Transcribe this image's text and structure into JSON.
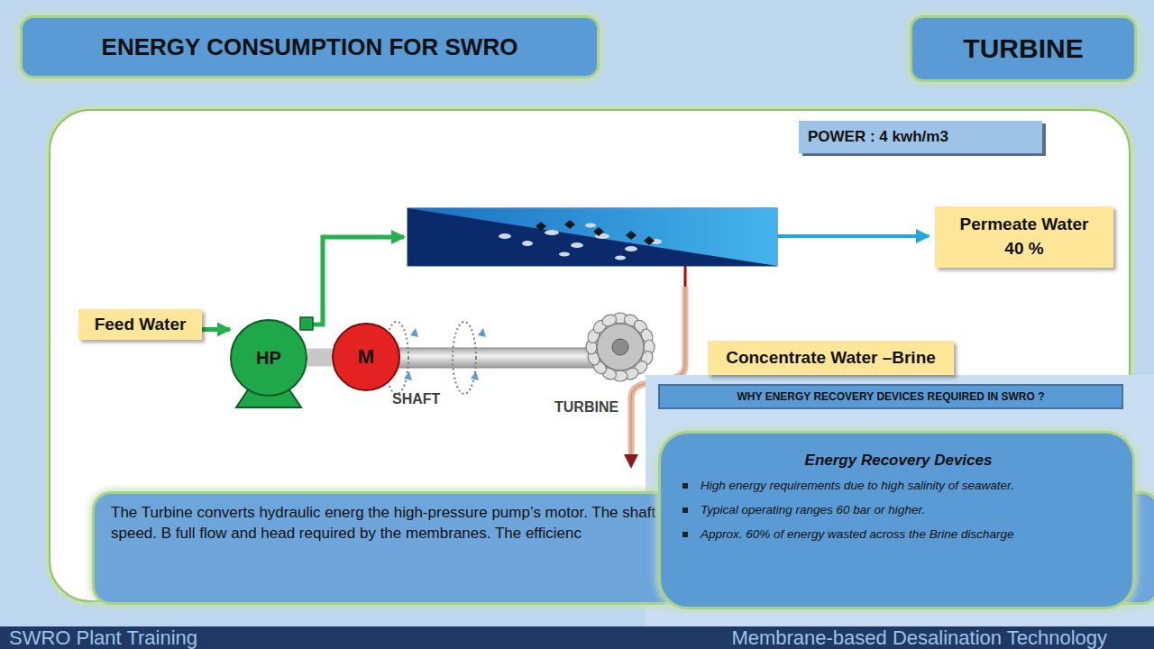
{
  "diagram": {
    "title": "ENERGY CONSUMPTION FOR SWRO",
    "nodes": [
      {
        "text": [
          "TURBINE"
        ]
      },
      {
        "text": [
          "POWER : 4 kwh/m3"
        ]
      },
      {
        "text": [
          "Permeate Water 40 %"
        ]
      },
      {
        "text": [
          "Feed Water"
        ]
      },
      {
        "text": [
          "HP"
        ]
      },
      {
        "text": [
          "M"
        ]
      },
      {
        "text": [
          "Concentrate Water –Brine"
        ]
      },
      {
        "text": [
          "The Turbine converts hydraulic energ the high-pressure pump’s motor. The shaft is directly connec motor and pump .Must rotate at the pump’s design speed. B full flow and head required by the membranes. The efficienc"
        ]
      },
      {
        "text": [
          "WHY ENERGY RECOVERY DEVICES REQUIRED IN SWRO ?"
        ]
      },
      {
        "text": [
          "Energy Recovery Devices",
          "High energy requirements due to high salinity of seawater.",
          "Typical operating ranges 60 bar or higher.",
          "Approx. 60% of energy wasted across the Brine discharge"
        ]
      }
    ],
    "edges": [
      {
        "from": 3,
        "to": 4,
        "arrow": "to"
      },
      {
        "from": 4,
        "to": 5,
        "arrow": "none"
      }
    ],
    "labels": [
      "SHAFT",
      "TURBINE",
      "SWRO Plant Training",
      "Membrane-based Desalination Technology"
    ]
  }
}
